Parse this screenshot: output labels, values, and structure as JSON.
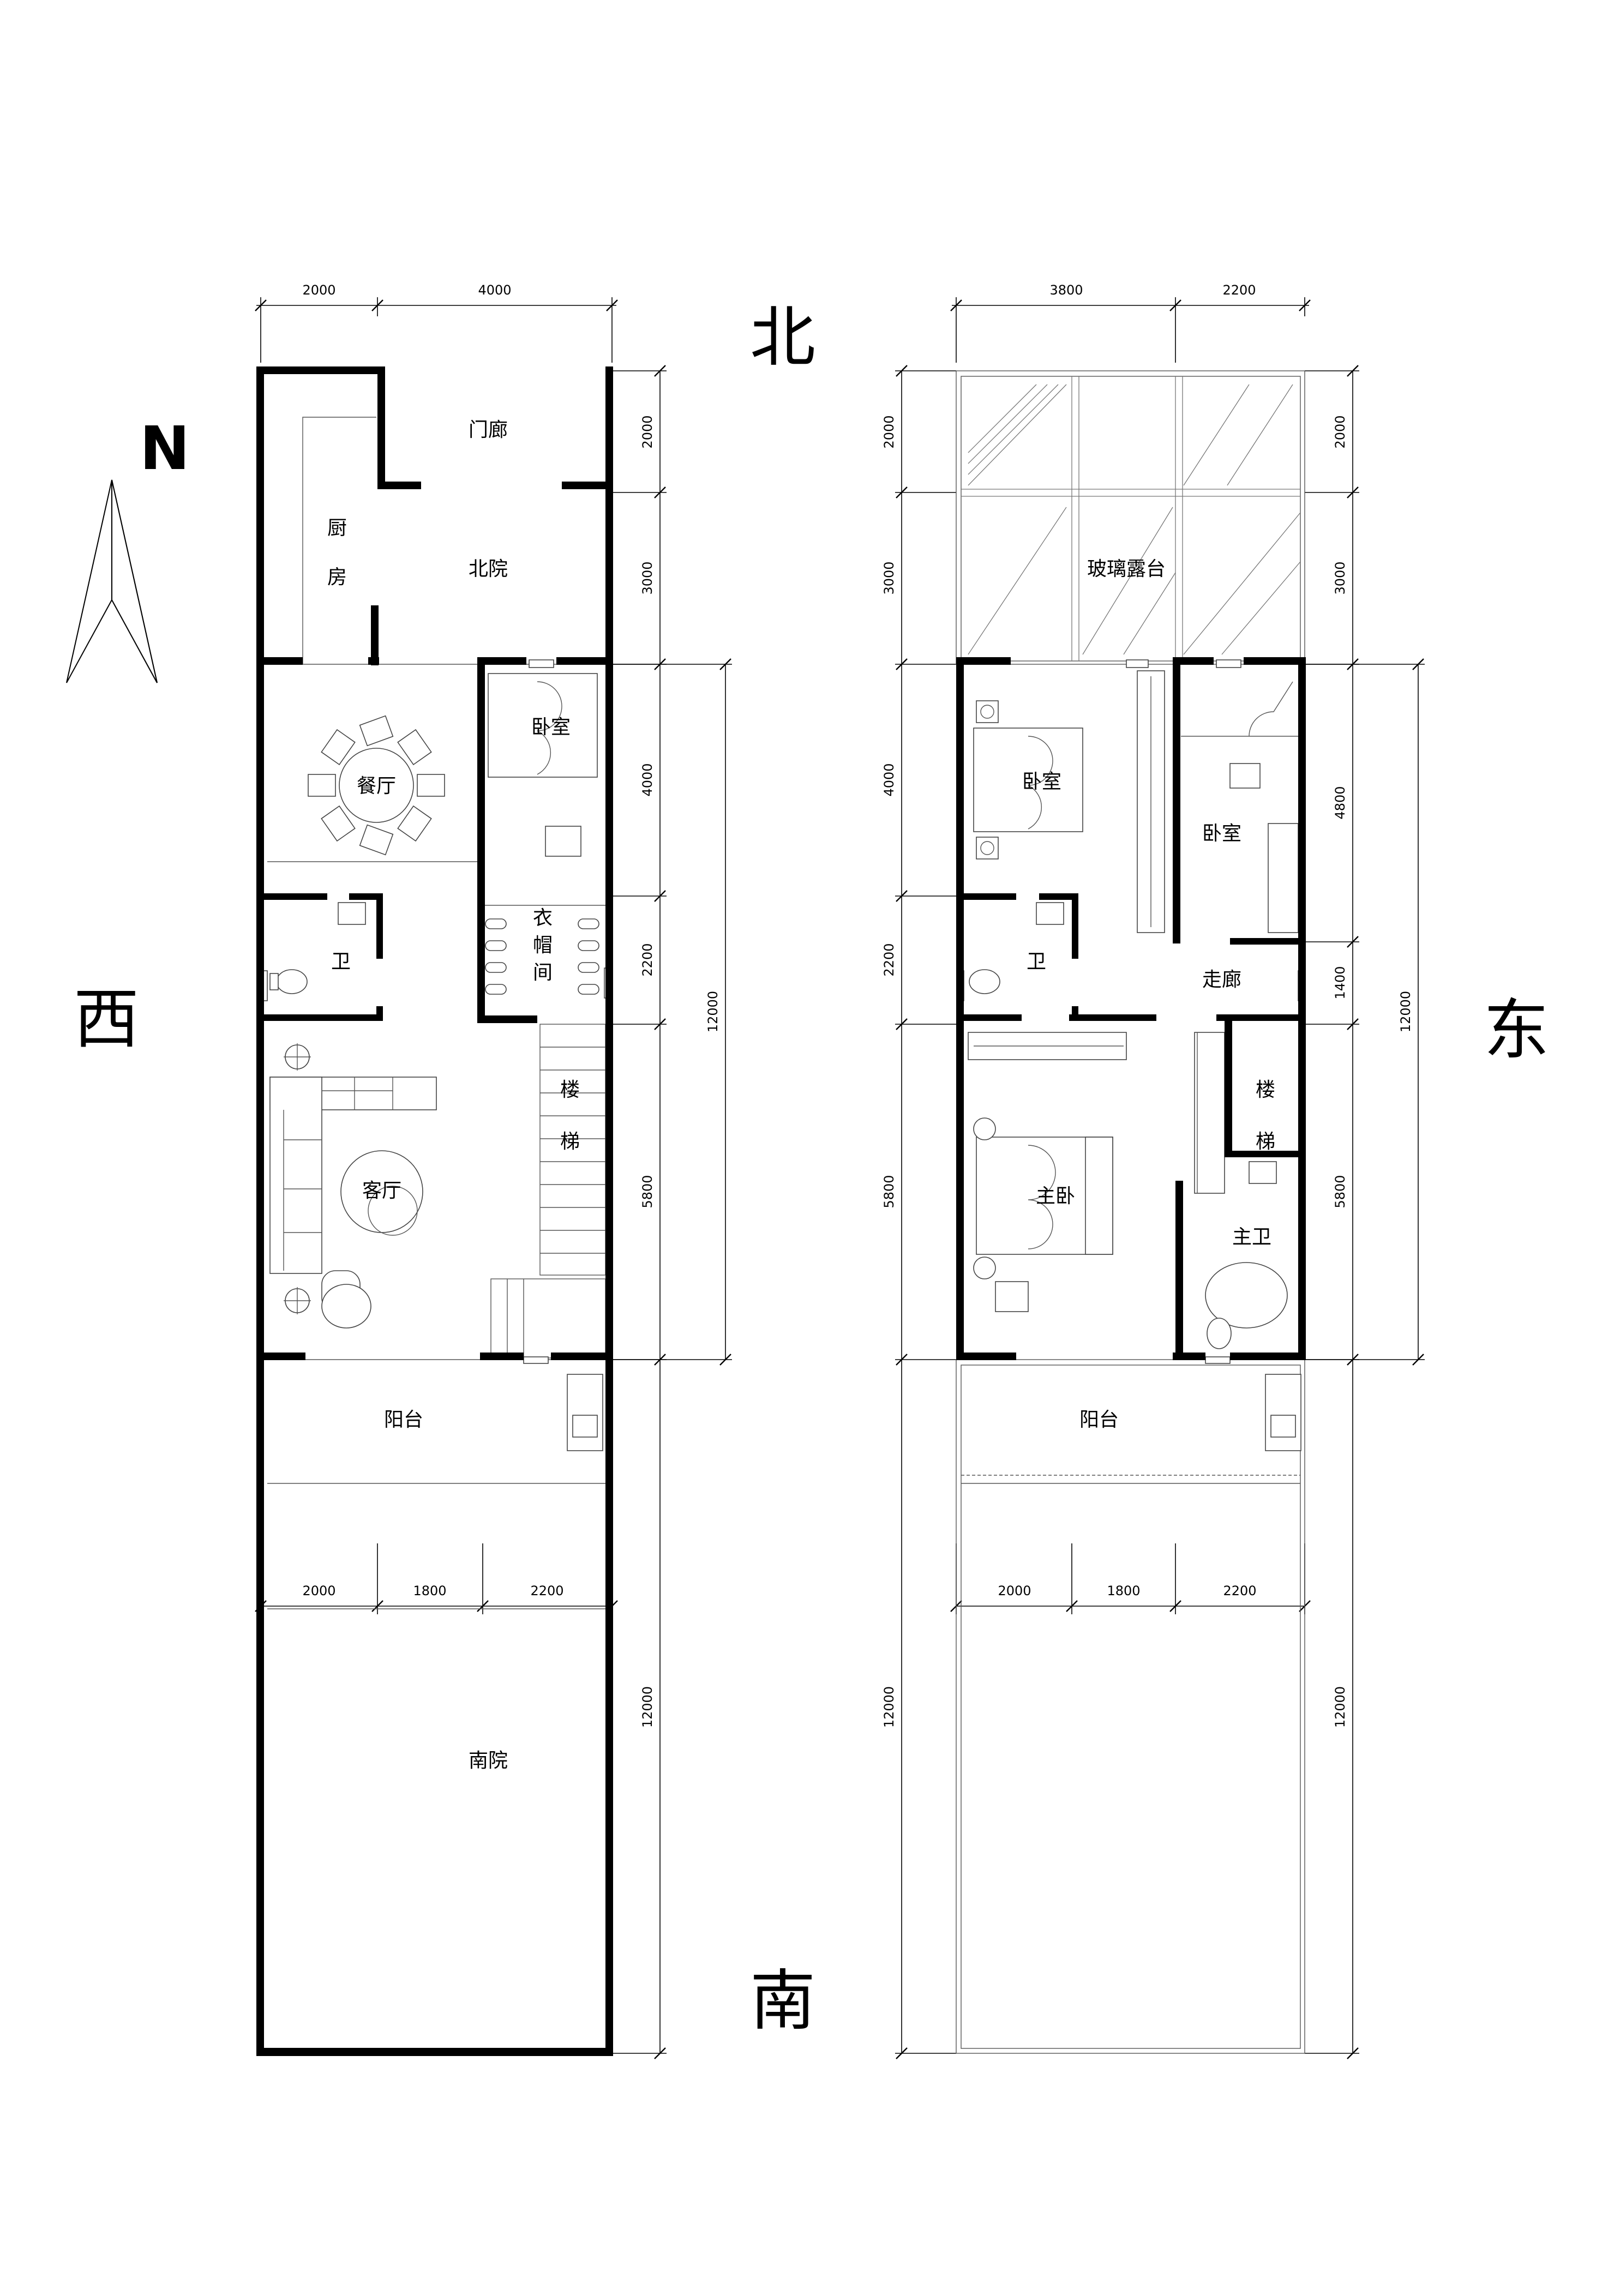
{
  "compass": {
    "north_letter": "N"
  },
  "directions": {
    "north": "北",
    "south": "南",
    "west": "西",
    "east": "东"
  },
  "ground_floor": {
    "dims_top": [
      "2000",
      "4000"
    ],
    "dims_middle": [
      "2000",
      "1800",
      "2200"
    ],
    "dims_right": [
      "2000",
      "3000",
      "4000",
      "2200",
      "5800",
      "12000"
    ],
    "dim_total": "12000",
    "rooms": {
      "entry_porch": "门廊",
      "north_courtyard": "北院",
      "kitchen": [
        "厨",
        "房"
      ],
      "dining": "餐厅",
      "bedroom": "卧室",
      "closet": [
        "衣",
        "帽",
        "间"
      ],
      "bathroom": "卫",
      "stairs": [
        "楼",
        "梯"
      ],
      "living": "客厅",
      "balcony": "阳台",
      "south_courtyard": "南院"
    }
  },
  "upper_floor": {
    "dims_top": [
      "3800",
      "2200"
    ],
    "dims_middle": [
      "2000",
      "1800",
      "2200"
    ],
    "dims_left": [
      "2000",
      "3000",
      "4000",
      "2200",
      "5800",
      "12000"
    ],
    "dims_right": [
      "2000",
      "3000",
      "4800",
      "1400",
      "5800",
      "12000"
    ],
    "dim_total": "12000",
    "rooms": {
      "glass_terrace": "玻璃露台",
      "bedroom_west": "卧室",
      "bedroom_east": "卧室",
      "bathroom": "卫",
      "corridor": "走廊",
      "stairs": [
        "楼",
        "梯"
      ],
      "master_bedroom": "主卧",
      "master_bath": "主卫",
      "balcony": "阳台"
    }
  }
}
